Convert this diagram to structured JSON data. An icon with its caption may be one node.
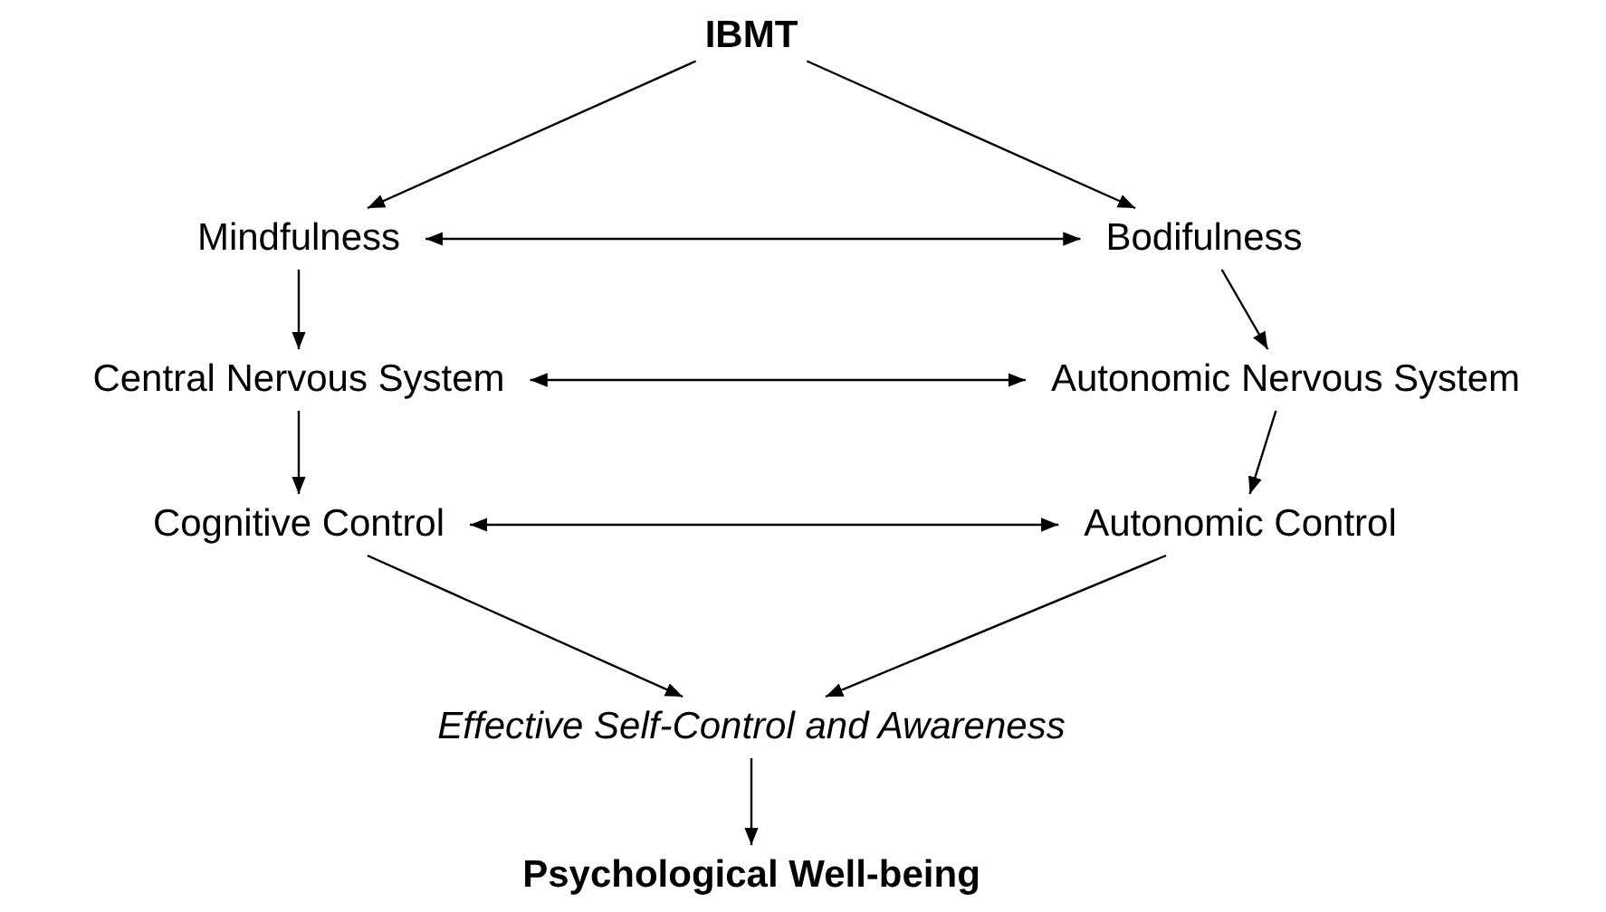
{
  "diagram": {
    "nodes": [
      {
        "text": [
          "IBMT"
        ]
      },
      {
        "text": [
          "Mindfulness"
        ]
      },
      {
        "text": [
          "Bodifulness"
        ]
      },
      {
        "text": [
          "Central Nervous System"
        ]
      },
      {
        "text": [
          "Autonomic Nervous System"
        ]
      },
      {
        "text": [
          "Cognitive Control"
        ]
      },
      {
        "text": [
          "Autonomic Control"
        ]
      },
      {
        "text": [
          "Effective Self-Control and Awareness"
        ]
      },
      {
        "text": [
          "Psychological Well-being"
        ]
      }
    ],
    "edges": [
      {
        "from": 0,
        "to": 1,
        "arrow": "to"
      },
      {
        "from": 0,
        "to": 2,
        "arrow": "to"
      },
      {
        "from": 1,
        "to": 2,
        "arrow": "both"
      },
      {
        "from": 1,
        "to": 3,
        "arrow": "to"
      },
      {
        "from": 2,
        "to": 4,
        "arrow": "to"
      },
      {
        "from": 3,
        "to": 4,
        "arrow": "both"
      },
      {
        "from": 3,
        "to": 5,
        "arrow": "to"
      },
      {
        "from": 4,
        "to": 6,
        "arrow": "to"
      },
      {
        "from": 5,
        "to": 6,
        "arrow": "both"
      },
      {
        "from": 5,
        "to": 7,
        "arrow": "to"
      },
      {
        "from": 6,
        "to": 7,
        "arrow": "to"
      },
      {
        "from": 7,
        "to": 8,
        "arrow": "to"
      }
    ]
  }
}
